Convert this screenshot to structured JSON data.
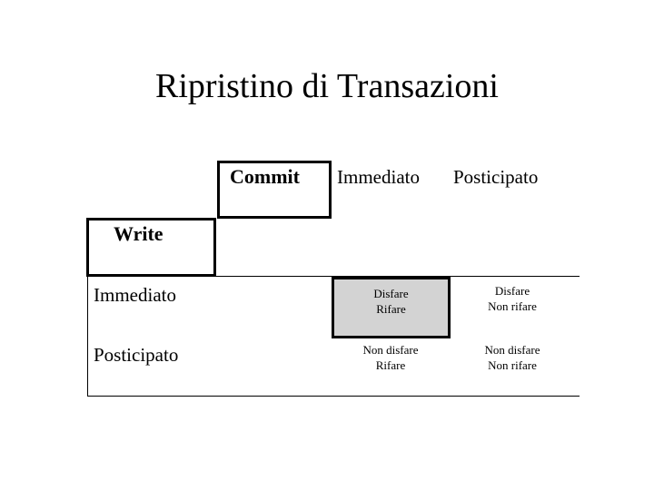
{
  "slide": {
    "title": "Ripristino di Transazioni",
    "background_color": "#ffffff",
    "text_color": "#000000"
  },
  "matrix": {
    "corner_column_label": "Commit",
    "corner_row_label": "Write",
    "column_headers": [
      "Immediato",
      "Posticipato"
    ],
    "row_headers": [
      "Immediato",
      "Posticipato"
    ],
    "highlight_color": "#d3d3d3",
    "highlighted_cell": "row-0-col-0",
    "cells": [
      [
        {
          "line1": "Disfare",
          "line2": "Rifare",
          "highlighted": true
        },
        {
          "line1": "Disfare",
          "line2": "Non rifare",
          "highlighted": false
        }
      ],
      [
        {
          "line1": "Non disfare",
          "line2": "Rifare",
          "highlighted": false
        },
        {
          "line1": "Non disfare",
          "line2": "Non rifare",
          "highlighted": false
        }
      ]
    ]
  }
}
